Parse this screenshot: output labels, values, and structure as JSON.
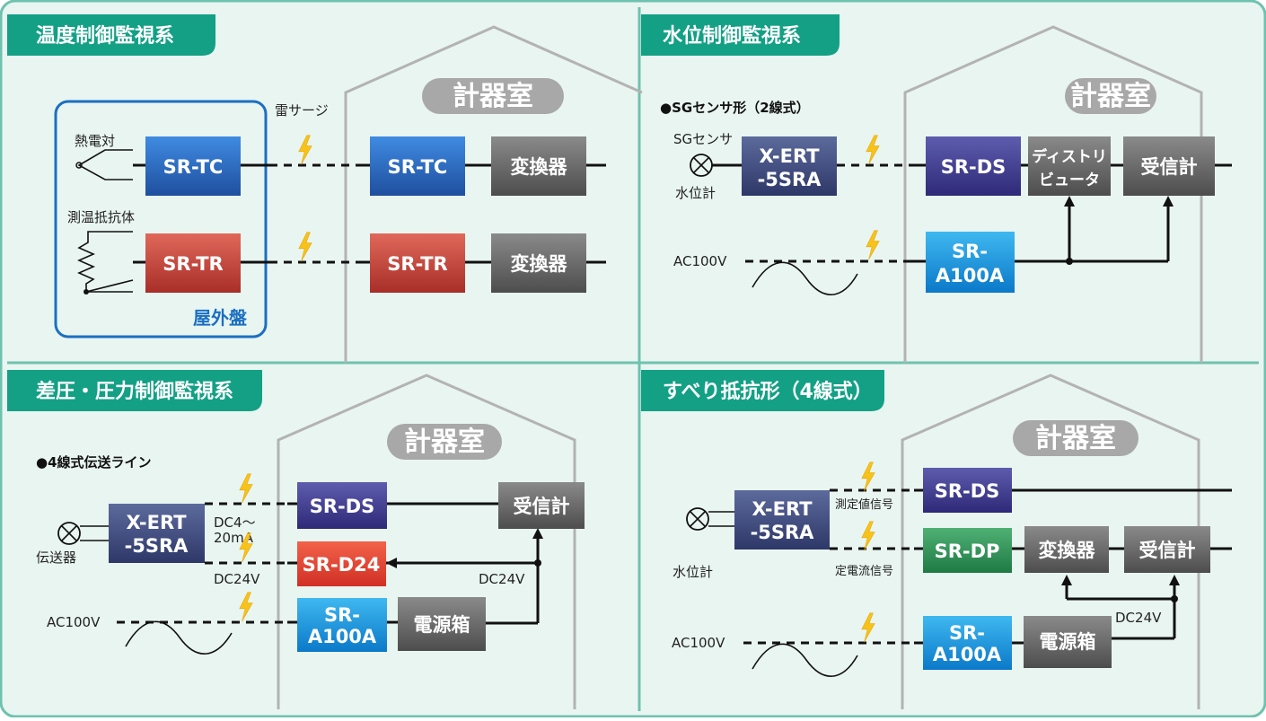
{
  "colors": {
    "panel_bg": "#e9f5f1",
    "panel_border": "#6fc2ae",
    "tab": "#13a085",
    "room_pill": "#a8a8a8",
    "house_line": "#b3b3b3",
    "outdoor_border": "#1b6fc2",
    "bolt": "#f7c21a"
  },
  "panels": {
    "temp": {
      "title": "温度制御監視系",
      "room_label": "計器室",
      "surge_label": "雷サージ",
      "thermocouple_label": "熱電対",
      "rtd_label": "測温抵抗体",
      "outdoor_label": "屋外盤",
      "boxes": {
        "tc_field": "SR-TC",
        "tr_field": "SR-TR",
        "tc_room": "SR-TC",
        "tr_room": "SR-TR",
        "conv1": "変換器",
        "conv2": "変換器"
      }
    },
    "water": {
      "title": "水位制御監視系",
      "room_label": "計器室",
      "bullet": "●SGセンサ形（2線式）",
      "sensor_label": "SGセンサ",
      "gauge_label": "水位計",
      "ac_label": "AC100V",
      "boxes": {
        "xert_1": "X-ERT",
        "xert_2": "-5SRA",
        "srds": "SR-DS",
        "dist_1": "ディストリ",
        "dist_2": "ビュータ",
        "receiver": "受信計",
        "a100_1": "SR-",
        "a100_2": "A100A"
      }
    },
    "pressure": {
      "title": "差圧・圧力制御監視系",
      "room_label": "計器室",
      "bullet": "●4線式伝送ライン",
      "transmitter_label": "伝送器",
      "dc420_1": "DC4～",
      "dc420_2": "20mA",
      "dc24_left": "DC24V",
      "dc24_right": "DC24V",
      "ac_label": "AC100V",
      "boxes": {
        "xert_1": "X-ERT",
        "xert_2": "-5SRA",
        "srds": "SR-DS",
        "srd24": "SR-D24",
        "a100_1": "SR-",
        "a100_2": "A100A",
        "psu": "電源箱",
        "receiver": "受信計"
      }
    },
    "slide": {
      "title": "すべり抵抗形（4線式）",
      "room_label": "計器室",
      "gauge_label": "水位計",
      "measure_label": "測定値信号",
      "current_label": "定電流信号",
      "dc24": "DC24V",
      "ac_label": "AC100V",
      "boxes": {
        "xert_1": "X-ERT",
        "xert_2": "-5SRA",
        "srds": "SR-DS",
        "srdp": "SR-DP",
        "conv": "変換器",
        "receiver": "受信計",
        "a100_1": "SR-",
        "a100_2": "A100A",
        "psu": "電源箱"
      }
    }
  }
}
